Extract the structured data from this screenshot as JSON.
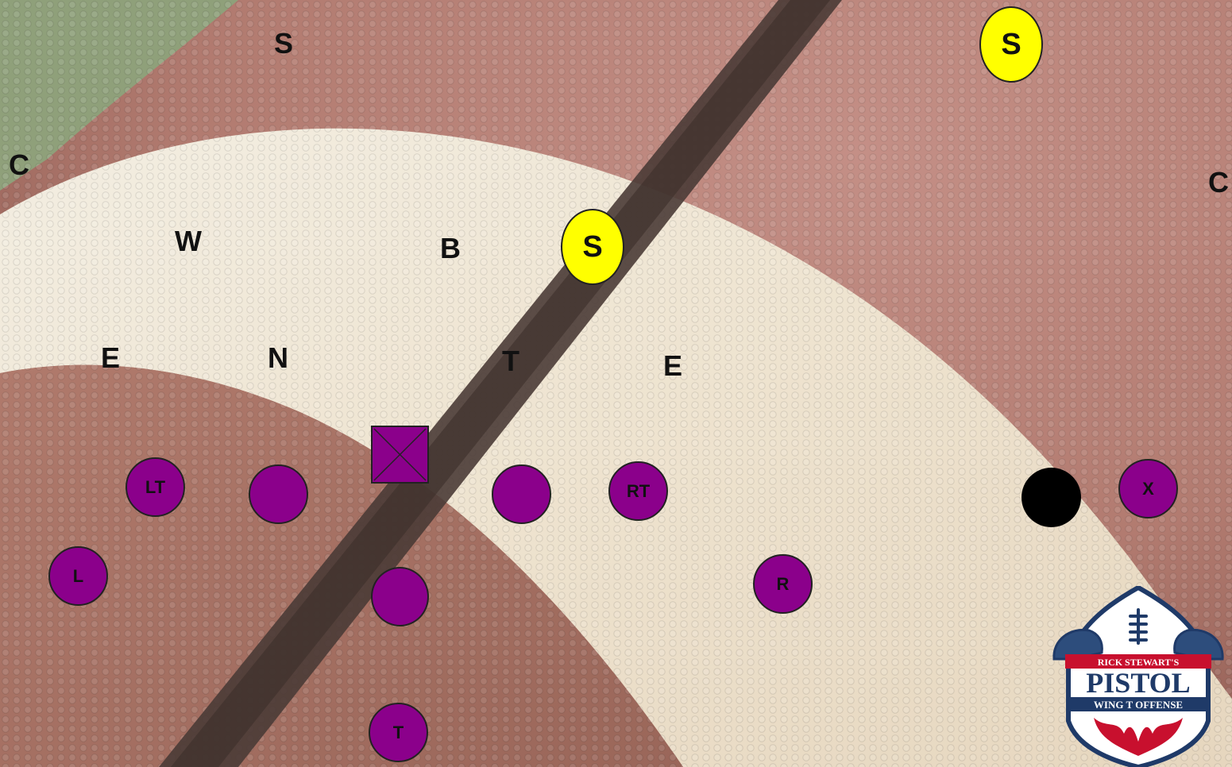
{
  "defense": {
    "s_left": "S",
    "s_top_right": "S",
    "c_left": "C",
    "c_right": "C",
    "w": "W",
    "b": "B",
    "s_mid": "S",
    "e_left": "E",
    "n": "N",
    "t": "T",
    "e_right": "E"
  },
  "offense": {
    "lt": "LT",
    "rt": "RT",
    "l": "L",
    "r": "R",
    "x": "X",
    "t": "T"
  },
  "logo": {
    "line1": "RICK STEWART'S",
    "line2": "PISTOL",
    "line3": "WING T OFFENSE"
  },
  "colors": {
    "offense_fill": "#8b008b",
    "highlight_fill": "#ffff00",
    "logo_red": "#c8102e",
    "logo_navy": "#1f3a68"
  },
  "icons": {
    "background": "football-leather-photo",
    "center": "center-x-box-icon",
    "ball": "ball-dot-icon",
    "logo": "pistol-wing-t-shield-logo"
  }
}
